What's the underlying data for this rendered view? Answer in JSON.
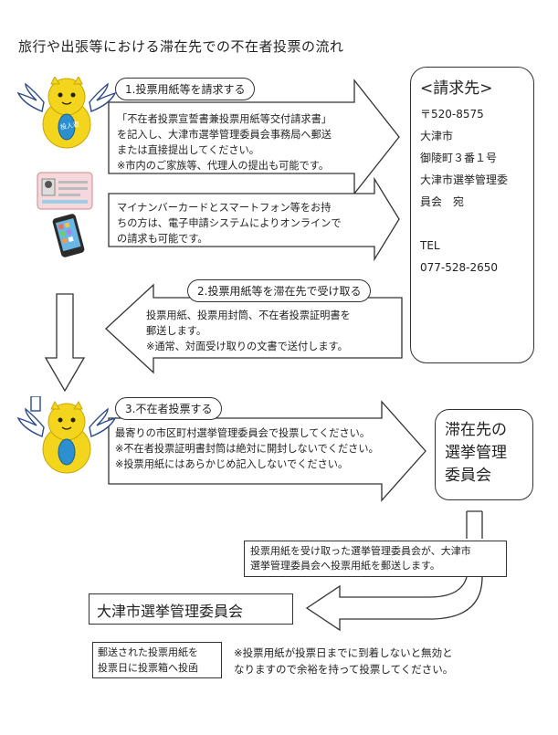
{
  "title": "旅行や出張等における滞在先での不在者投票の流れ",
  "steps": {
    "step1": {
      "label": "1.投票用紙等を請求する",
      "text_a": [
        "「不在者投票宣誓書兼投票用紙等交付請求書」",
        "を記入し、大津市選挙管理委員会事務局へ郵送",
        "または直接提出してください。",
        "※市内のご家族等、代理人の提出も可能です。"
      ],
      "text_b": [
        "マイナンバーカードとスマートフォン等をお持",
        "ちの方は、電子申請システムによりオンラインで",
        "の請求も可能です。"
      ]
    },
    "step2": {
      "label": "2.投票用紙等を滞在先で受け取る",
      "text": [
        "投票用紙、投票用封筒、不在者投票証明書を",
        "郵送します。",
        "※通常、対面受け取りの文書で送付します。"
      ]
    },
    "step3": {
      "label": "3.不在者投票する",
      "text": [
        "最寄りの市区町村選挙管理委員会で投票してください。",
        "※不在者投票証明書封筒は絶対に開封しないでください。",
        "※投票用紙にはあらかじめ記入しないでください。"
      ]
    }
  },
  "request_box": {
    "title": "<請求先>",
    "lines": [
      "〒520-8575",
      "大津市",
      "御陵町３番１号",
      "大津市選挙管理委",
      "員会　宛",
      "",
      "TEL",
      "077-528-2650"
    ]
  },
  "dest_box": {
    "lines": [
      "滞在先の",
      "選挙管理",
      "委員会"
    ]
  },
  "mail_note": [
    "投票用紙を受け取った選挙管理委員会が、大津市",
    "選挙管理委員会へ投票用紙を郵送します。"
  ],
  "otsu_box": "大津市選挙管理委員会",
  "ballot_box": [
    "郵送された投票用紙を",
    "投票日に投票箱へ投函"
  ],
  "footer_note": [
    "※投票用紙が投票日までに到着しないと無効と",
    "なりますので余裕を持って投票してください。"
  ],
  "mascot_badge": "投人君",
  "colors": {
    "mascot": "#f2d51c",
    "mascot_outline": "#2c4a8a",
    "wing": "#ffffff",
    "card": "#f6d7dc",
    "phone": "#2b2b2b"
  }
}
